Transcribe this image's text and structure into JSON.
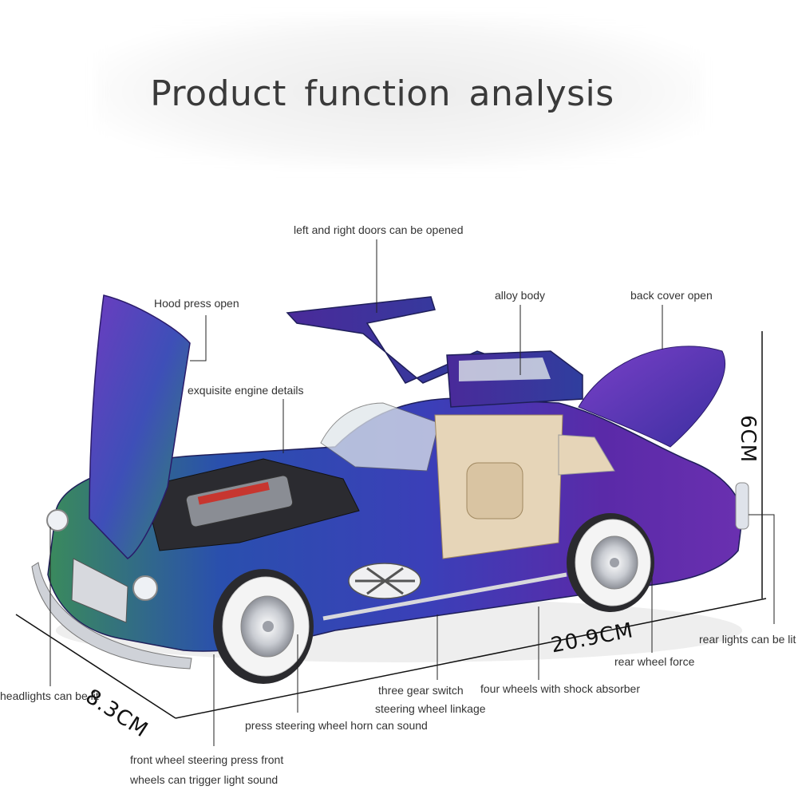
{
  "header": {
    "title": "Product function analysis"
  },
  "callouts": {
    "doors": "left and right doors can be opened",
    "hood": "Hood press open",
    "alloy": "alloy body",
    "back_cover": "back cover open",
    "engine": "exquisite engine details",
    "headlights": "headlights can be lit",
    "rear_lights": "rear lights can be lit",
    "rear_wheel": "rear wheel force",
    "gear_switch": "three gear switch",
    "steering": "steering wheel linkage",
    "shock": "four wheels with shock absorber",
    "horn": "press steering wheel horn can sound",
    "front_wheel_1": "front wheel steering press front",
    "front_wheel_2": "wheels can trigger light sound"
  },
  "dimensions": {
    "width": "8.3CM",
    "length": "20.9CM",
    "height": "6CM"
  },
  "colors": {
    "body_purple": "#5a2aa8",
    "body_blue": "#2b3fb0",
    "body_green": "#2f7a5a",
    "interior": "#e6d5b8",
    "tire_wall": "#f4f4f4"
  }
}
